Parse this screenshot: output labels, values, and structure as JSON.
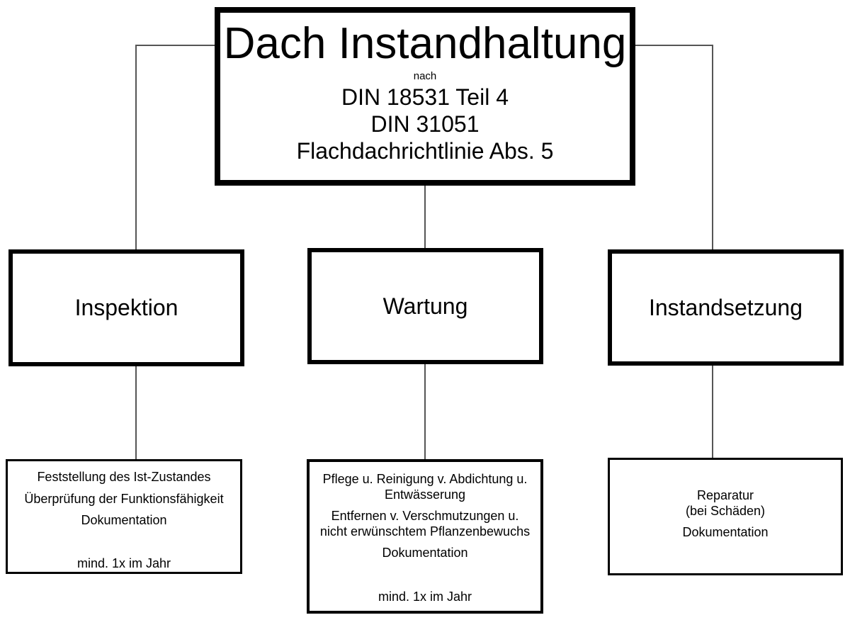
{
  "diagram": {
    "root": {
      "title": "Dach Instandhaltung",
      "subtitle": "nach",
      "standards": [
        "DIN 18531 Teil 4",
        "DIN 31051",
        "Flachdachrichtlinie Abs. 5"
      ]
    },
    "branches": [
      {
        "label": "Inspektion",
        "details": [
          "Feststellung des Ist-Zustandes",
          "Überprüfung der Funktionsfähigkeit",
          "Dokumentation",
          "",
          "mind. 1x im Jahr"
        ]
      },
      {
        "label": "Wartung",
        "details": [
          "Pflege u. Reinigung v. Abdichtung u.\nEntwässerung",
          "Entfernen v. Verschmutzungen u.\nnicht erwünschtem Pflanzenbewuchs",
          "Dokumentation",
          "",
          "mind. 1x im Jahr"
        ]
      },
      {
        "label": "Instandsetzung",
        "details": [
          "Reparatur\n(bei Schäden)",
          "Dokumentation"
        ]
      }
    ],
    "colors": {
      "box_border": "#000000",
      "background": "#ffffff",
      "text": "#000000",
      "connector": "#555555"
    }
  }
}
